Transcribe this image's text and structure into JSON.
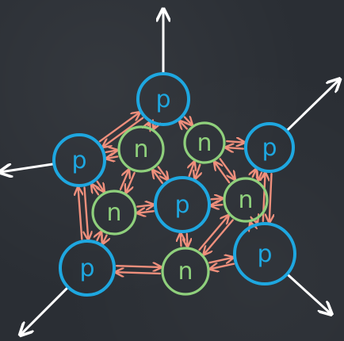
{
  "colors": {
    "background": "#2a2e34",
    "proton": "#1ea7e0",
    "neutron": "#8fd07c",
    "force_arrow": "#ef8f7c",
    "outward_arrow": "#ffffff"
  },
  "particles": [
    {
      "kind": "proton",
      "label": "p",
      "icon": "proton-circle"
    },
    {
      "kind": "neutron",
      "label": "n",
      "icon": "neutron-circle"
    }
  ],
  "nodes": [
    {
      "id": "p-top",
      "kind": "proton",
      "label": "p"
    },
    {
      "id": "n-upper-left",
      "kind": "neutron",
      "label": "n"
    },
    {
      "id": "n-upper-right",
      "kind": "neutron",
      "label": "n"
    },
    {
      "id": "p-left",
      "kind": "proton",
      "label": "p"
    },
    {
      "id": "p-right",
      "kind": "proton",
      "label": "p"
    },
    {
      "id": "p-center",
      "kind": "proton",
      "label": "p"
    },
    {
      "id": "n-left",
      "kind": "neutron",
      "label": "n"
    },
    {
      "id": "n-right",
      "kind": "neutron",
      "label": "n"
    },
    {
      "id": "p-lower-left",
      "kind": "proton",
      "label": "p"
    },
    {
      "id": "n-bottom",
      "kind": "neutron",
      "label": "n"
    },
    {
      "id": "p-lower-right",
      "kind": "proton",
      "label": "p"
    }
  ],
  "outward_arrows": [
    {
      "from": "p-top",
      "direction": "up"
    },
    {
      "from": "p-left",
      "direction": "left"
    },
    {
      "from": "p-right",
      "direction": "upper-right"
    },
    {
      "from": "p-lower-left",
      "direction": "lower-left"
    },
    {
      "from": "p-lower-right",
      "direction": "lower-right"
    }
  ]
}
